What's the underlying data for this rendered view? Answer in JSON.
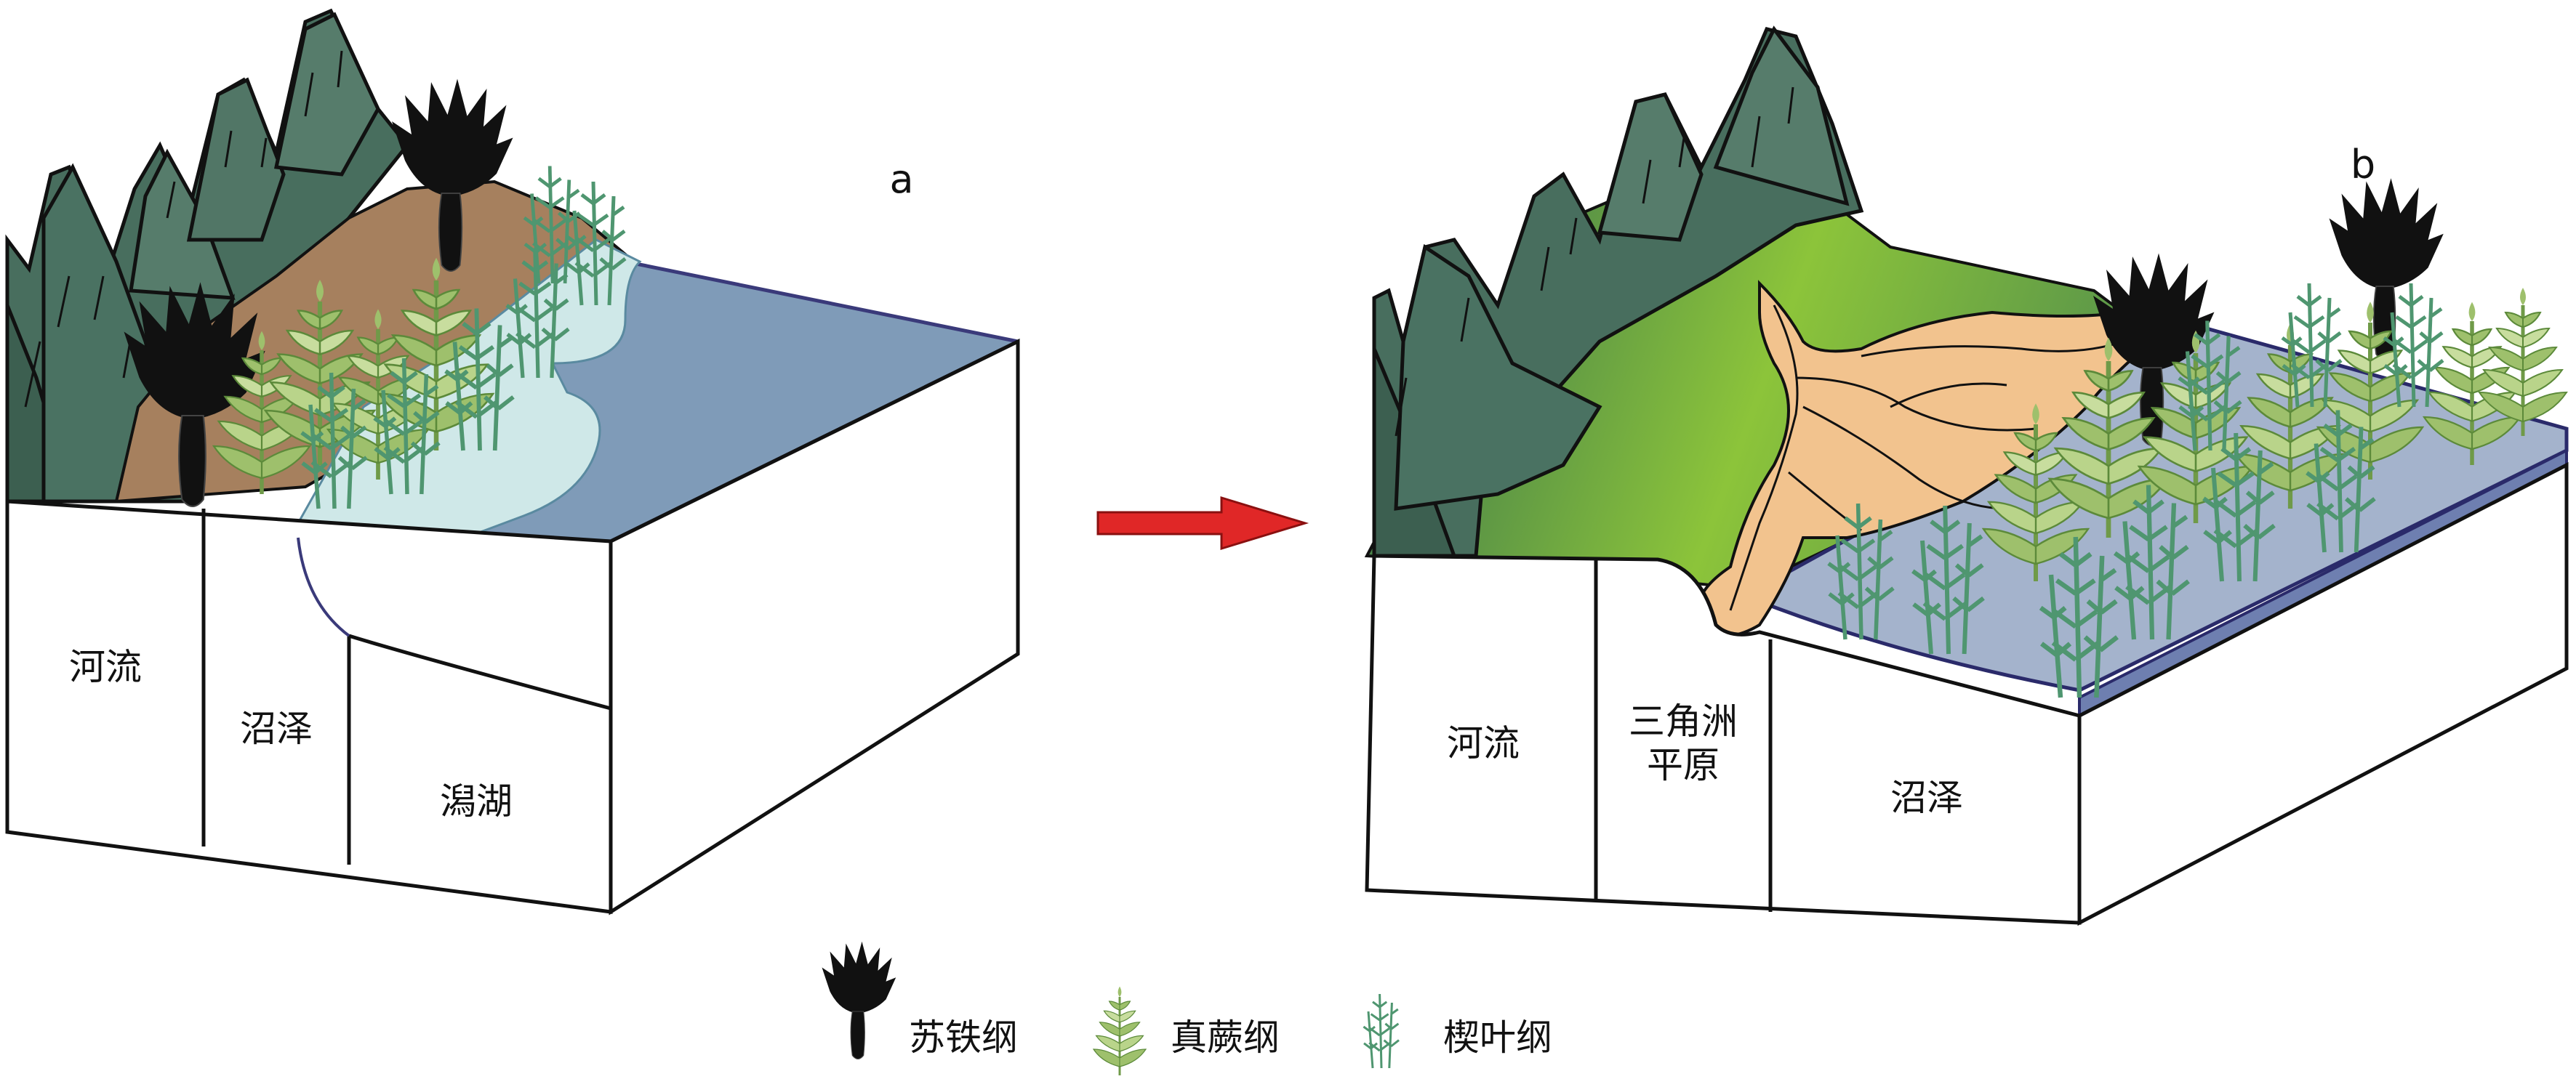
{
  "panels": [
    {
      "id": "a",
      "tag": "a",
      "zones": [
        "河流",
        "沼泽",
        "潟湖"
      ]
    },
    {
      "id": "b",
      "tag": "b",
      "zones": [
        "河流",
        "三角洲平原",
        "沼泽"
      ],
      "zone_lines": {
        "delta": [
          "三角洲",
          "平原"
        ]
      }
    }
  ],
  "legend": {
    "items": [
      {
        "label": "苏铁纲",
        "icon": "cycad-icon"
      },
      {
        "label": "真蕨纲",
        "icon": "fern-icon"
      },
      {
        "label": "楔叶纲",
        "icon": "horsetail-icon"
      }
    ]
  },
  "colors": {
    "mountain": "#486e5e",
    "water": "#7f9bb8",
    "shallow_water": "#cfe8e8",
    "soil": "#a6805e",
    "delta": "#f2c38e",
    "delta_green": "#8cc43a",
    "cycad": "#111111",
    "fern": "#9ec06c",
    "horsetail": "#5fa47a",
    "arrow": "#e02727"
  }
}
